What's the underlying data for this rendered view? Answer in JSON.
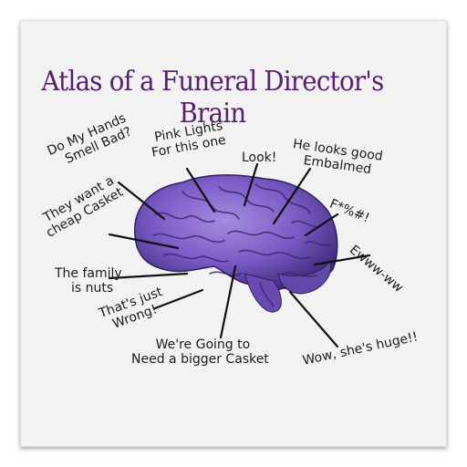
{
  "title": "Atlas of a Funeral Director's Brain",
  "colors": {
    "title": "#57206f",
    "brain_fill": "#7b5bc6",
    "brain_dark": "#3d2a7a",
    "text": "#1a1a1a"
  },
  "labels": {
    "hands_1": "Do My Hands",
    "hands_2": "Smell Bad?",
    "pink_1": "Pink Lights",
    "pink_2": "For this one",
    "look": "Look!",
    "looks_good_1": "He looks good",
    "looks_good_2": "Embalmed",
    "cheap_1": "They want a",
    "cheap_2": "cheap Casket",
    "swear": "F*%#!",
    "ewww": "Ewww-ww",
    "family_1": "The family",
    "family_2": "is nuts",
    "wrong_1": "That's just",
    "wrong_2": "Wrong!",
    "bigger_1": "We're Going to",
    "bigger_2": "Need a bigger Casket",
    "huge": "Wow, she's huge!!"
  }
}
